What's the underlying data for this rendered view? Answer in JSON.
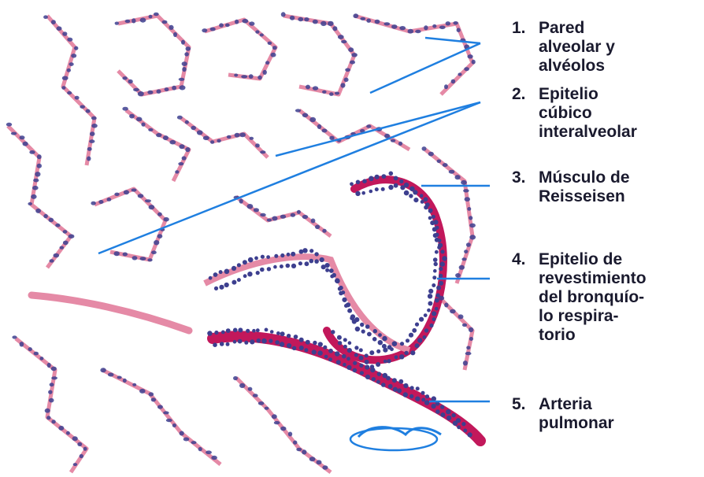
{
  "labels": [
    {
      "number": "1.",
      "lines": [
        "Pared",
        "alveolar y",
        "alvéolos"
      ]
    },
    {
      "number": "2.",
      "lines": [
        "Epitelio",
        "cúbico",
        "interalveolar"
      ]
    },
    {
      "number": "3.",
      "lines": [
        "Músculo de",
        "Reisseisen"
      ]
    },
    {
      "number": "4.",
      "lines": [
        "Epitelio de",
        "revestimiento",
        "del bronquío-",
        "lo respira-",
        "torio"
      ]
    },
    {
      "number": "5.",
      "lines": [
        "Arteria",
        "pulmonar"
      ]
    }
  ],
  "colors": {
    "pointer": "#1f7fe0",
    "tissue_pink": "#e58aa6",
    "tissue_dark": "#c2185b",
    "nucleus": "#3d3f8f",
    "text": "#1a1a2e"
  }
}
